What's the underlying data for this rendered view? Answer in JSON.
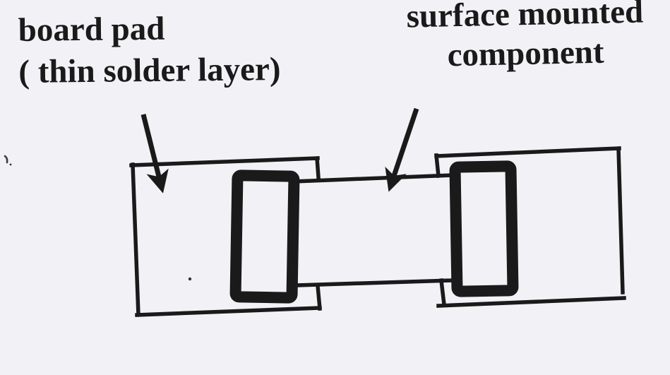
{
  "colors": {
    "background": "#f2f1f5",
    "ink": "#1a1a1a"
  },
  "labels": {
    "board_pad_line1": "board pad",
    "board_pad_line2": "( thin solder layer)",
    "component_line1": "surface mounted",
    "component_line2": "component"
  },
  "figure": {
    "name": "surface-mount-component-soldered-on-board-pads",
    "parts": [
      "board-pad-left",
      "board-pad-right",
      "termination-left",
      "termination-right",
      "component-body",
      "arrow-to-board-pad",
      "arrow-to-component"
    ]
  }
}
